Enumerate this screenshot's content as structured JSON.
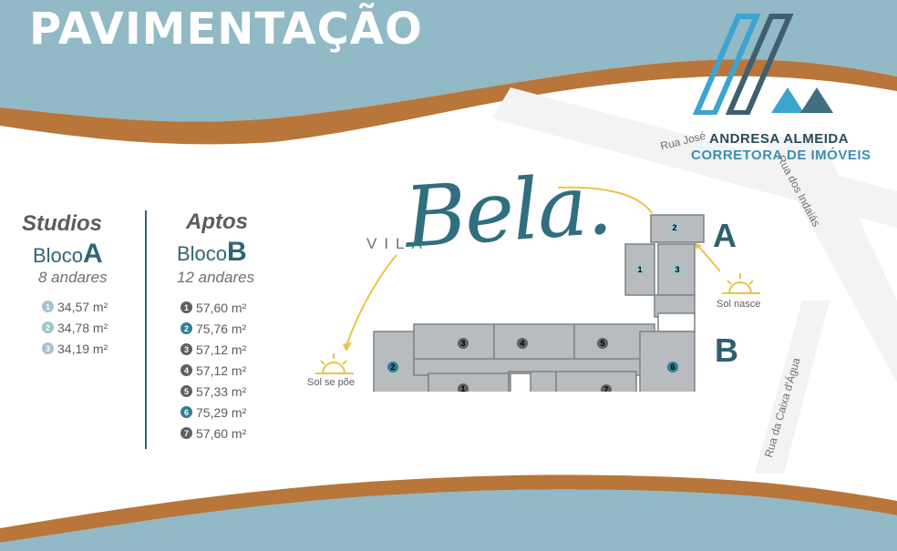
{
  "header": {
    "title": "PAVIMENTAÇÃO"
  },
  "brand": {
    "name": "ANDRESA ALMEIDA",
    "subtitle": "CORRETORA DE IMÓVEIS"
  },
  "colors": {
    "wave_blue": "#91b9c6",
    "wave_brown": "#b8763a",
    "teal": "#2f6676",
    "logo_blue": "#3ba5cf",
    "logo_dark": "#3f5f6f"
  },
  "studios": {
    "heading": "Studios",
    "bloco_word": "Bloco",
    "bloco_letter": "A",
    "floors": "8 andares",
    "units": [
      {
        "num": "1",
        "area": "34,57 m²"
      },
      {
        "num": "2",
        "area": "34,78 m²"
      },
      {
        "num": "3",
        "area": "34,19 m²"
      }
    ]
  },
  "aptos": {
    "heading": "Aptos",
    "bloco_word": "Bloco",
    "bloco_letter": "B",
    "floors": "12 andares",
    "units": [
      {
        "num": "1",
        "area": "57,60 m²"
      },
      {
        "num": "2",
        "area": "75,76 m²"
      },
      {
        "num": "3",
        "area": "57,12 m²"
      },
      {
        "num": "4",
        "area": "57,12 m²"
      },
      {
        "num": "5",
        "area": "57,33 m²"
      },
      {
        "num": "6",
        "area": "75,29 m²"
      },
      {
        "num": "7",
        "area": "57,60 m²"
      }
    ]
  },
  "site": {
    "brand_small": "VILA",
    "brand_script": "Bela.",
    "block_a_label": "A",
    "block_b_label": "B",
    "sunrise": "Sol nasce",
    "sunset": "Sol se põe",
    "block_a_units": [
      "1",
      "2",
      "3"
    ],
    "block_b_units": [
      "1",
      "2",
      "3",
      "4",
      "5",
      "6",
      "7"
    ]
  },
  "streets": {
    "jose": "Rua José",
    "indaias": "Rua dos Indaiás",
    "caixa": "Rua da Caixa d'Água"
  }
}
